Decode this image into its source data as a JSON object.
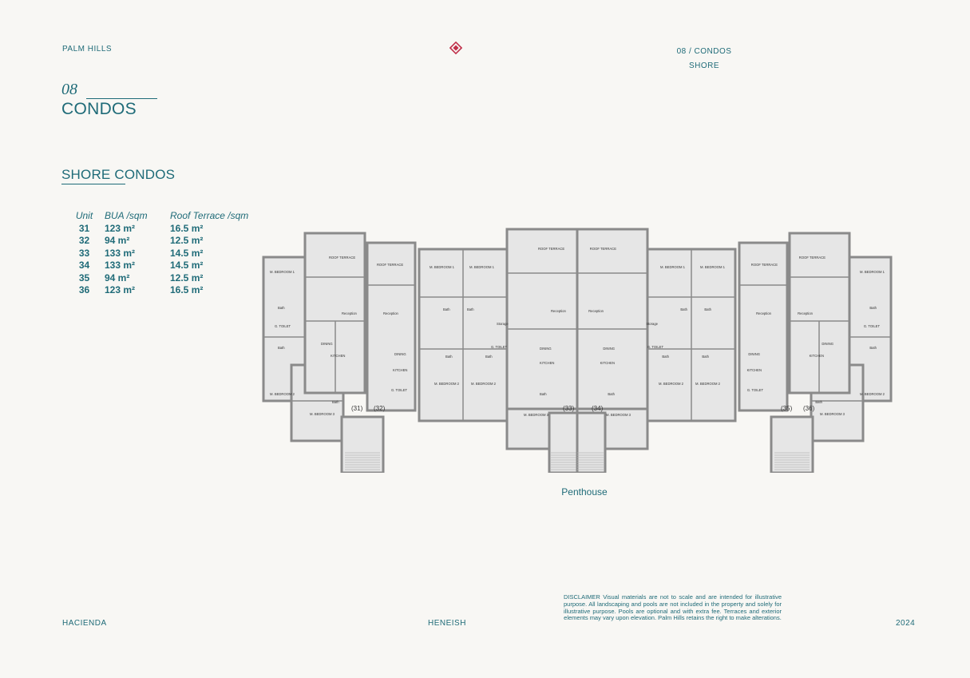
{
  "header": {
    "brand": "PALM HILLS",
    "section_ref": "08 / CONDOS",
    "sub_ref": "SHORE"
  },
  "section": {
    "number": "08",
    "title": "CONDOS"
  },
  "subsection": {
    "title": "SHORE CONDOS"
  },
  "units_table": {
    "headers": [
      "Unit",
      "BUA /sqm",
      "Roof Terrace /sqm"
    ],
    "rows": [
      [
        "31",
        "123 m²",
        "16.5 m²"
      ],
      [
        "32",
        "94 m²",
        "12.5 m²"
      ],
      [
        "33",
        "133 m²",
        "14.5 m²"
      ],
      [
        "34",
        "133 m²",
        "14.5 m²"
      ],
      [
        "35",
        "94 m²",
        "12.5 m²"
      ],
      [
        "36",
        "123 m²",
        "16.5 m²"
      ]
    ]
  },
  "floor_plan": {
    "unit_labels": [
      "(31)",
      "(32)",
      "(33)",
      "(34)",
      "(35)",
      "(36)"
    ],
    "room_labels": {
      "roof_terrace": "ROOF TERRACE",
      "master_bedroom_1": "M. BEDROOM 1",
      "master_bedroom_2": "M. BEDROOM 2",
      "master_bedroom_3": "M. BEDROOM 3",
      "bath": "Bath",
      "guest_toilet": "G. TOILET",
      "reception": "Reception",
      "dining": "DINING",
      "kitchen": "KITCHEN",
      "storage": "Storage"
    },
    "caption": "Penthouse"
  },
  "disclaimer": "DISCLAIMER Visual materials are not to scale and are intended for illustrative purpose. All landscaping and pools are not included in the property and solely for illustrative purpose. Pools are optional and with extra fee. Terraces and exterior elements may vary upon elevation. Palm Hills retains the right to make alterations.",
  "footer": {
    "left": "HACIENDA",
    "center": "HENEISH",
    "right": "2024"
  },
  "colors": {
    "accent": "#1f6b78",
    "logo": "#c0304a",
    "background": "#f8f7f4",
    "wall": "#8a8a8a",
    "floor": "#e6e6e6"
  }
}
